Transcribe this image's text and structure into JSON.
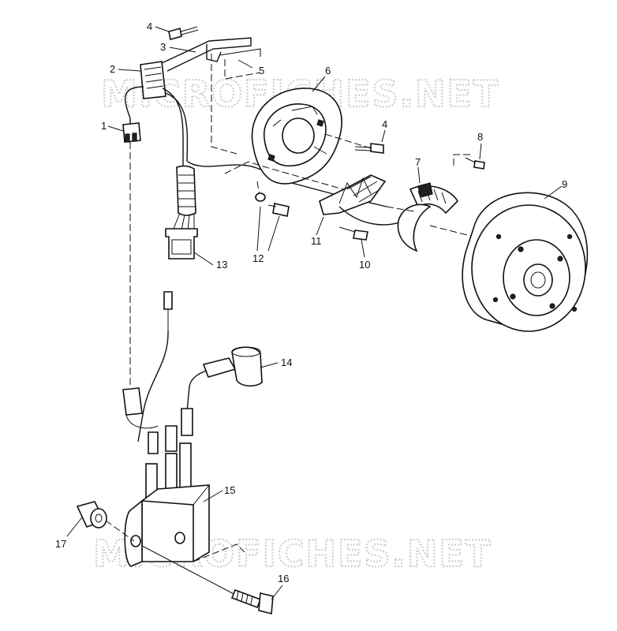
{
  "watermark": {
    "top": "MICROFICHES.NET",
    "bottom": "MICROFICHES.NET"
  },
  "callouts": [
    "1",
    "2",
    "3",
    "4",
    "5",
    "6",
    "4",
    "7",
    "8",
    "9",
    "11",
    "12",
    "10",
    "13",
    "14",
    "15",
    "17",
    "16"
  ]
}
